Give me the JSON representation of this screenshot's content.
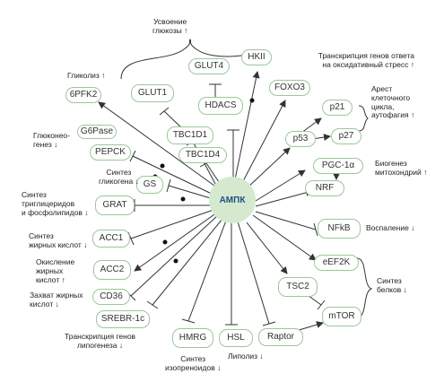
{
  "center": "АМПК",
  "nodes": {
    "pfk2": "6PFK2",
    "glut1": "GLUT1",
    "glut4": "GLUT4",
    "hdacs": "HDACS",
    "hkii": "HKII",
    "foxo3": "FOXO3",
    "p21": "p21",
    "p53": "p53",
    "p27": "p27",
    "g6pase": "G6Pase",
    "pepck": "PEPCK",
    "tbc1d1": "TBC1D1",
    "tbc1d4": "TBC1D4",
    "gs": "GS",
    "pgc1a": "PGC-1α",
    "nrf": "NRF",
    "grat": "GRAT",
    "nfkb": "NFkB",
    "acc1": "ACC1",
    "eef2k": "eEF2K",
    "acc2": "ACC2",
    "tsc2": "TSC2",
    "cd36": "CD36",
    "mtor": "mTOR",
    "srebr": "SREBR-1c",
    "hmrg": "HMRG",
    "hsl": "HSL",
    "raptor": "Raptor"
  },
  "labels": {
    "glucose_uptake": "Усвоение\nглюкозы ↑",
    "oxidative_stress": "Транскрипция генов ответа\nна оксидативный стресс ↑",
    "glycolysis": "Гликолиз ↑",
    "cell_cycle": "Арест\nклеточного\nцикла,\nаутофагия ↑",
    "gluconeogenesis": "Глюконео-\nгенез ↓",
    "glycogen": "Синтез\nгликогена ↓",
    "mito_biogenesis": "Биогенез\nмитохондрий ↑",
    "lipid_synthesis": "Синтез\nтриглицеридов\nи фосфолипидов ↓",
    "inflammation": "Воспаление ↓",
    "fa_synthesis": "Синтез\nжирных кислот ↓",
    "fa_oxidation": "Окисление\nжирных\nкислот ↑",
    "protein_synthesis": "Синтез\nбелков ↓",
    "fa_uptake": "Захват жирных\nкислот ↓",
    "lipogenesis_genes": "Транскрипция генов\nлипогенеза ↓",
    "isoprenoid": "Синтез\nизопреноидов ↓",
    "lipolysis": "Липолиз ↓"
  },
  "colors": {
    "border": "#9cc79a",
    "center_fill": "#d5e9cf",
    "center_text": "#1f4e8a",
    "line": "#333333"
  }
}
